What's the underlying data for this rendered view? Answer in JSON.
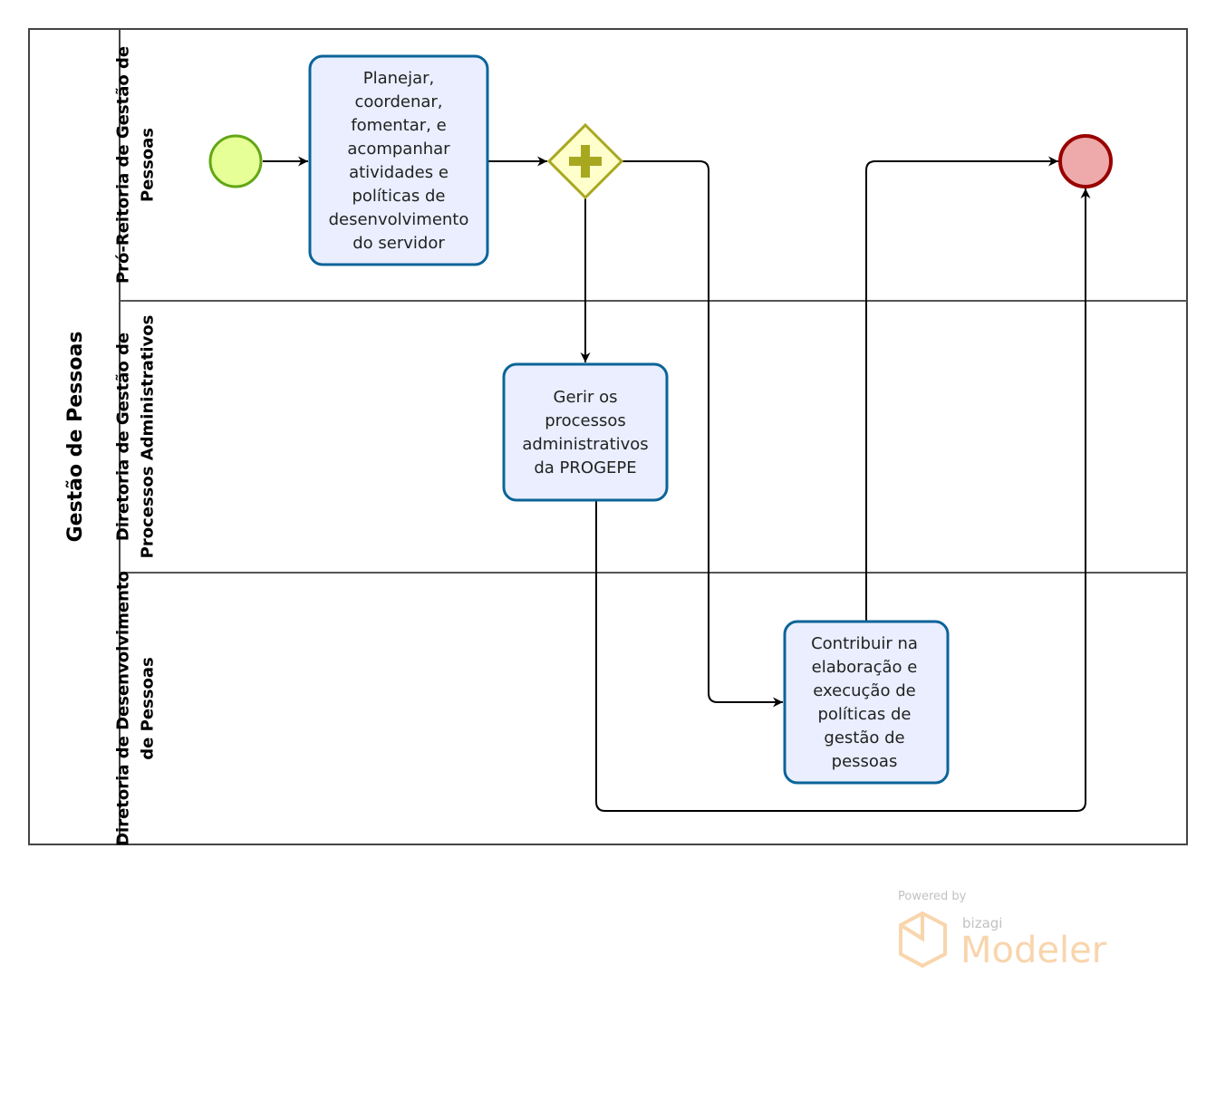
{
  "pool": {
    "title": "Gestão de Pessoas"
  },
  "lanes": [
    {
      "lines": [
        "Pró-Reitoria de Gestão de",
        "Pessoas"
      ]
    },
    {
      "lines": [
        "Diretoria de Gestão de",
        "Processos Administrativos"
      ]
    },
    {
      "lines": [
        "Diretoria de Desenvolvimento",
        "de Pessoas"
      ]
    }
  ],
  "tasks": [
    {
      "lines": [
        "Planejar,",
        "coordenar,",
        "fomentar, e",
        "acompanhar",
        "atividades e",
        "políticas de",
        "desenvolvimento",
        "do servidor"
      ]
    },
    {
      "lines": [
        "Gerir os",
        "processos",
        "administrativos",
        "da PROGEPE"
      ]
    },
    {
      "lines": [
        "Contribuir na",
        "elaboração e",
        "execução de",
        "políticas de",
        "gestão de",
        "pessoas"
      ]
    }
  ],
  "events": {
    "start": "start-event",
    "end": "end-event",
    "gateway": "parallel-gateway"
  },
  "colors": {
    "task_fill": "#eaeefe",
    "task_stroke": "#0b6498",
    "start_fill": "#e6ff97",
    "start_stroke": "#62a716",
    "end_fill": "#eeaaaa",
    "end_stroke": "#990000",
    "gateway_fill": "#ffffcc",
    "gateway_stroke": "#a8a820"
  },
  "watermark": {
    "powered": "Powered by",
    "brand": "bizagi",
    "product": "Modeler"
  }
}
